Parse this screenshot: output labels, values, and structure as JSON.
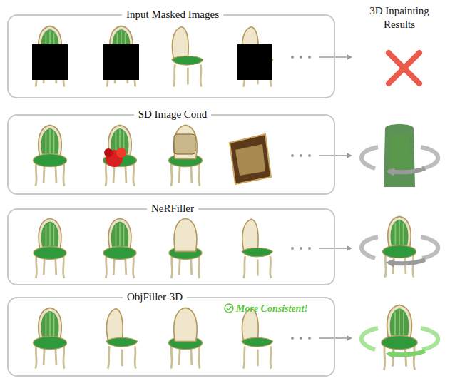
{
  "diagram": {
    "nodes": [
      {
        "text": [
          "Input Masked Images"
        ]
      },
      {
        "text": [
          "SD Image Cond"
        ]
      },
      {
        "text": [
          "NeRFiller"
        ]
      },
      {
        "text": [
          "ObjFiller-3D"
        ]
      }
    ],
    "labels": [
      "3D Inpainting Results",
      "More Consistent!"
    ]
  }
}
